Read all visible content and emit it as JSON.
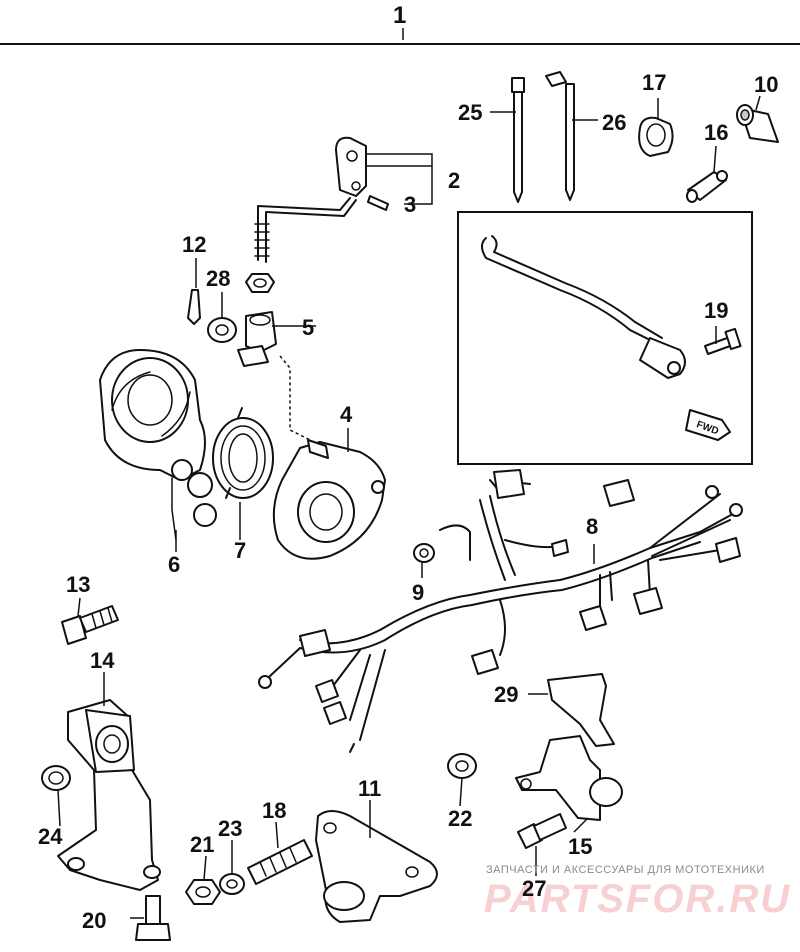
{
  "diagram": {
    "assembly_label": "1",
    "part_labels": {
      "p2": "2",
      "p3": "3",
      "p4": "4",
      "p5": "5",
      "p6": "6",
      "p7": "7",
      "p8": "8",
      "p9": "9",
      "p10": "10",
      "p11": "11",
      "p12": "12",
      "p13": "13",
      "p14": "14",
      "p15": "15",
      "p16": "16",
      "p17": "17",
      "p18": "18",
      "p19": "19",
      "p20": "20",
      "p21": "21",
      "p22": "22",
      "p23": "23",
      "p24": "24",
      "p25": "25",
      "p26": "26",
      "p27": "27",
      "p28": "28",
      "p29": "29"
    },
    "inset_badge": "FWD"
  },
  "watermark": {
    "caption": "ЗАПЧАСТИ И АКСЕССУАРЫ ДЛЯ МОТОТЕХНИКИ",
    "logo_text": "PARTSFOR.RU",
    "colors": {
      "logo": "#f4c2c2",
      "caption": "#8a8a8a"
    }
  }
}
